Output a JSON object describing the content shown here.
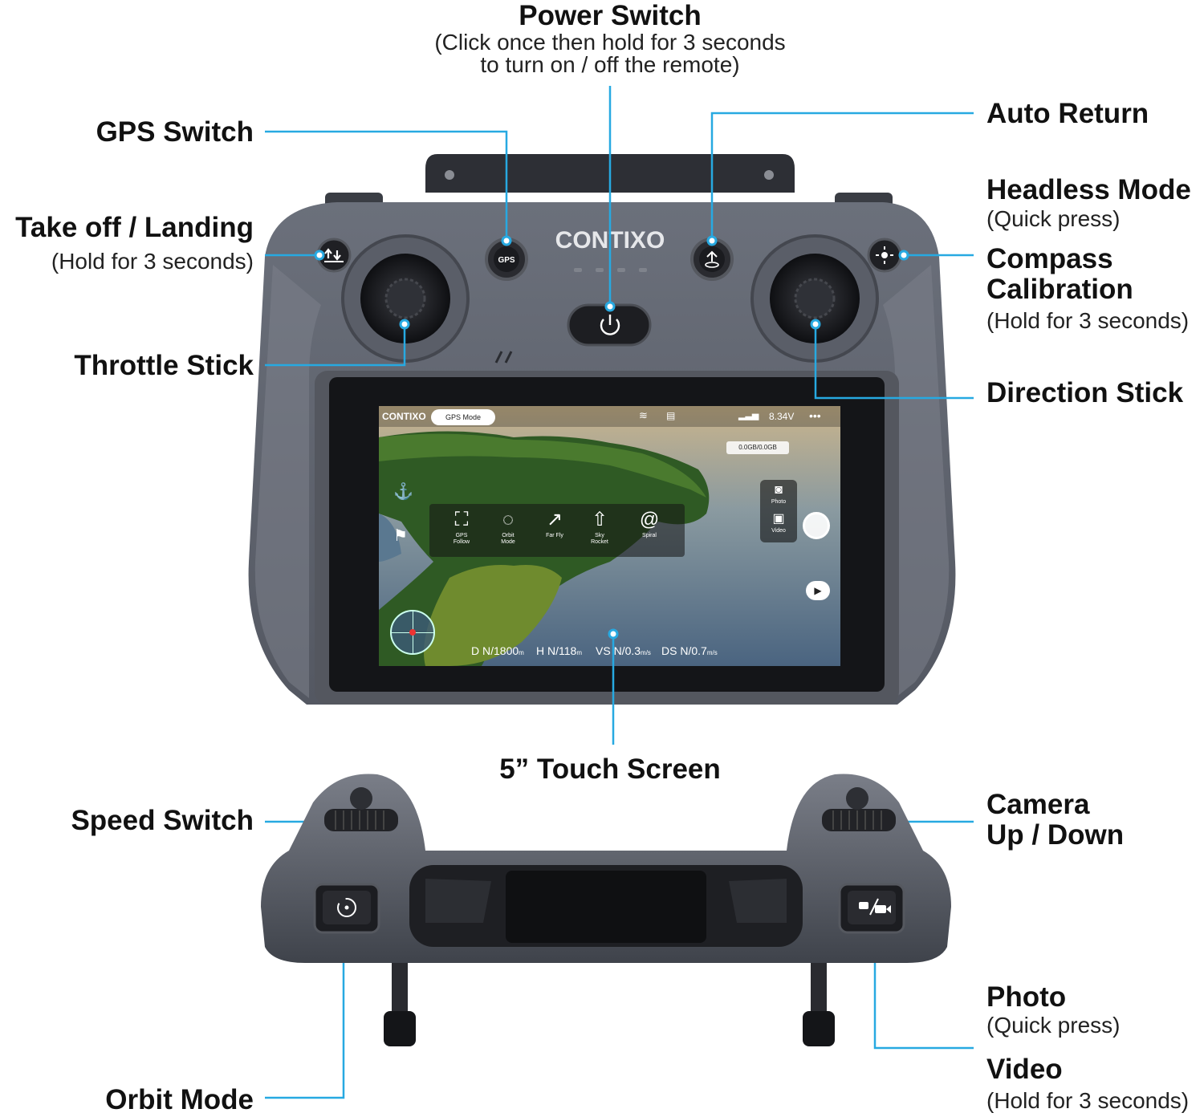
{
  "labels": {
    "power_switch": "Power Switch",
    "power_switch_note_1": "(Click once then hold for 3 seconds",
    "power_switch_note_2": "to turn on / off the remote)",
    "gps_switch": "GPS Switch",
    "takeoff_landing": "Take off / Landing",
    "takeoff_landing_note": "(Hold for 3 seconds)",
    "throttle_stick": "Throttle Stick",
    "auto_return": "Auto Return",
    "headless_mode": "Headless Mode",
    "headless_mode_note": "(Quick press)",
    "compass_calibration_1": "Compass",
    "compass_calibration_2": "Calibration",
    "compass_calibration_note": "(Hold for 3 seconds)",
    "direction_stick": "Direction Stick",
    "touch_screen": "5” Touch Screen",
    "speed_switch": "Speed Switch",
    "camera_up_down_1": "Camera",
    "camera_up_down_2": "Up / Down",
    "photo": "Photo",
    "photo_note": "(Quick press)",
    "video": "Video",
    "video_note": "(Hold for 3 seconds)",
    "orbit_mode": "Orbit Mode"
  },
  "device": {
    "brand": "CONTIXO",
    "gps_button_text": "GPS"
  },
  "screen": {
    "brand": "CONTIXO",
    "mode_pill": "GPS Mode",
    "battery": "8.34V",
    "more": "•••",
    "storage": "0.0GB/0.0GB",
    "photo": "Photo",
    "video": "Video",
    "modes": [
      {
        "line1": "GPS",
        "line2": "Follow"
      },
      {
        "line1": "Orbit",
        "line2": "Mode"
      },
      {
        "line1": "Far Fly",
        "line2": ""
      },
      {
        "line1": "Sky",
        "line2": "Rocket"
      },
      {
        "line1": "Spiral",
        "line2": ""
      }
    ],
    "telemetry": {
      "d_label": "D N/1800",
      "d_unit": "m",
      "h_label": "H N/118",
      "h_unit": "m",
      "vs_label": "VS N/0.3",
      "vs_unit": "m/s",
      "ds_label": "DS N/0.7",
      "ds_unit": "m/s"
    }
  },
  "colors": {
    "callout_line": "#27a9e1",
    "body_dark": "#4a4e58",
    "body_mid": "#6a6e79"
  }
}
